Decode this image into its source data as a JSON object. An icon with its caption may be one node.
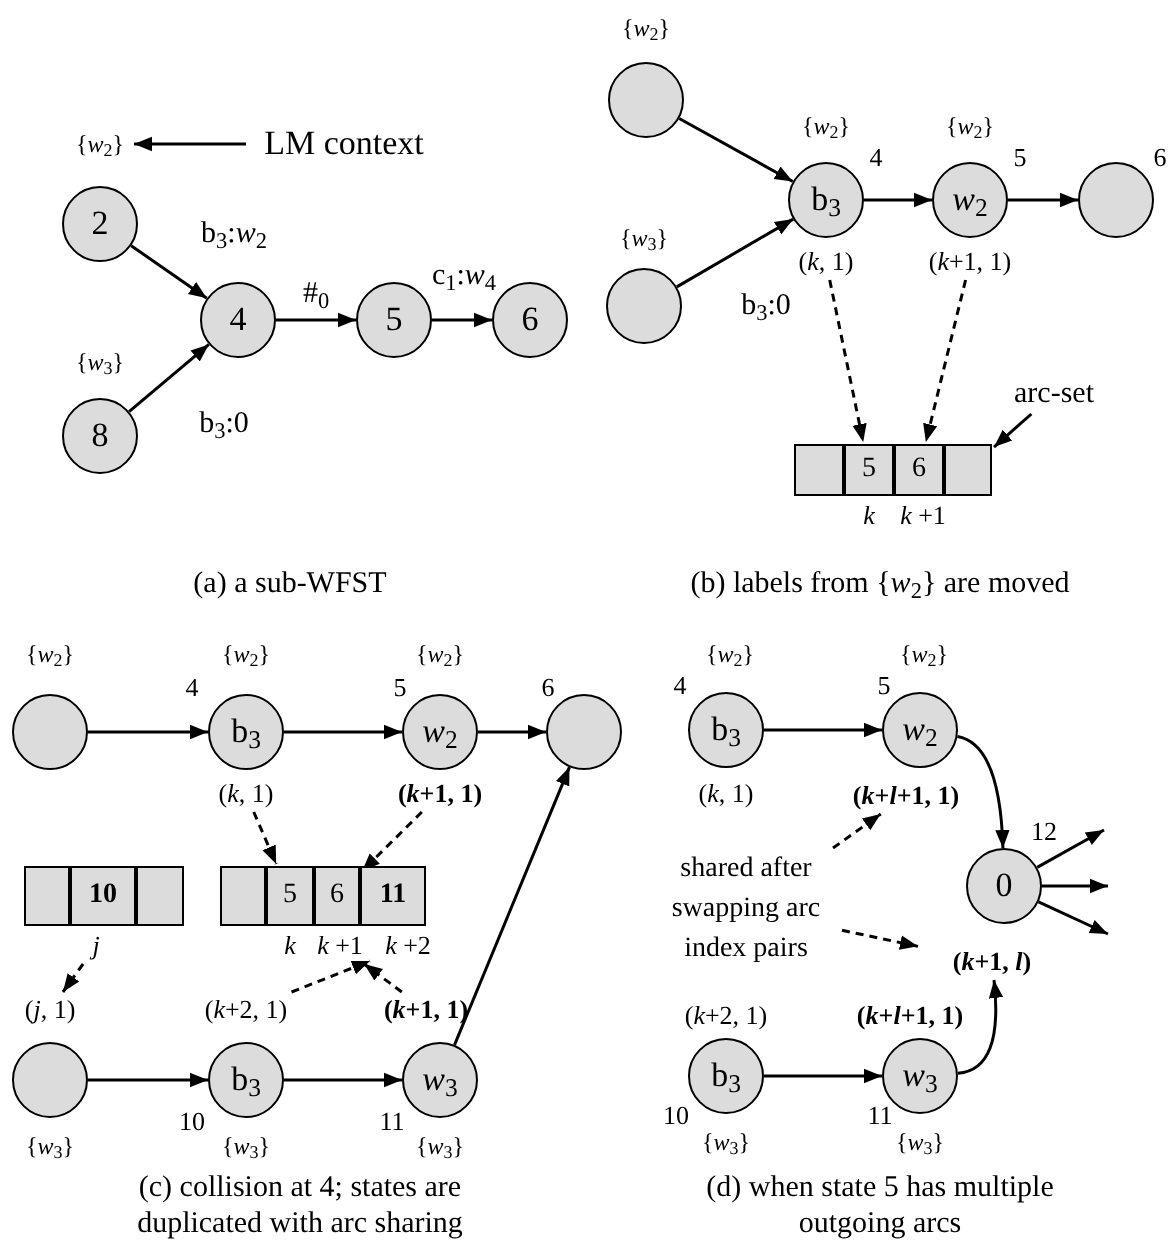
{
  "diagram": {
    "nodes": [
      {
        "text": [
          "{*w*$_{2}$}"
        ]
      },
      {
        "text": [
          "LM context"
        ]
      },
      {
        "text": [
          "2"
        ]
      },
      {
        "text": [
          "8"
        ],
        "beside": [
          "{*w*$_{3}$}"
        ]
      },
      {
        "text": [
          "4"
        ]
      },
      {
        "text": [
          "5"
        ]
      },
      {
        "text": [
          "6"
        ]
      },
      {
        "text": [],
        "shape": "circle",
        "beside": [
          "{*w*$_{2}$}"
        ]
      },
      {
        "text": [],
        "shape": "circle",
        "beside": [
          "{*w*$_{3}$}"
        ]
      },
      {
        "text": [
          "b$_{3}$"
        ],
        "beside": [
          "{*w*$_{2}$}",
          "4"
        ]
      },
      {
        "text": [
          "(*k*, 1)"
        ]
      },
      {
        "text": [
          "*w*$_{2}$"
        ],
        "beside": [
          "{*w*$_{2}$}",
          "5"
        ]
      },
      {
        "text": [
          "(*k*+1, 1)"
        ]
      },
      {
        "text": [],
        "shape": "circle",
        "beside": [
          "6"
        ]
      },
      {
        "text": [],
        "shape": "box"
      },
      {
        "text": [
          "5"
        ],
        "beside": [
          "*k*"
        ]
      },
      {
        "text": [
          "6"
        ],
        "beside": [
          "*k* +1"
        ]
      },
      {
        "text": [],
        "shape": "box"
      },
      {
        "text": [
          "arc-set"
        ]
      },
      {
        "text": [],
        "shape": "circle",
        "beside": [
          "{*w*$_{2}$}"
        ]
      },
      {
        "text": [
          "b$_{3}$"
        ],
        "beside": [
          "{*w*$_{2}$}",
          "4"
        ]
      },
      {
        "text": [
          "(*k*, 1)"
        ]
      },
      {
        "text": [
          "*w*$_{2}$"
        ],
        "beside": [
          "{*w*$_{2}$}",
          "5"
        ]
      },
      {
        "text": [
          "(*k*+1, 1)"
        ]
      },
      {
        "text": [],
        "shape": "circle",
        "beside": [
          "6"
        ]
      },
      {
        "text": [],
        "shape": "box"
      },
      {
        "text": [
          "10"
        ]
      },
      {
        "text": [],
        "shape": "box"
      },
      {
        "text": [
          "*j*"
        ]
      },
      {
        "text": [],
        "shape": "box"
      },
      {
        "text": [
          "5"
        ],
        "beside": [
          "*k*"
        ]
      },
      {
        "text": [
          "6"
        ]
      },
      {
        "text": [
          "11"
        ]
      },
      {
        "text": [
          "*k* +1"
        ]
      },
      {
        "text": [
          "*k* +2"
        ]
      },
      {
        "text": [
          "(*j*, 1)"
        ]
      },
      {
        "text": [
          "(*k*+2, 1)"
        ]
      },
      {
        "text": [
          "(*k*+1, 1)"
        ]
      },
      {
        "text": [],
        "shape": "circle",
        "beside": [
          "{*w*$_{3}$}"
        ]
      },
      {
        "text": [
          "b$_{3}$"
        ],
        "beside": [
          "10",
          "{*w*$_{3}$}"
        ]
      },
      {
        "text": [
          "*w*$_{3}$"
        ],
        "beside": [
          "11",
          "{*w*$_{3}$}"
        ]
      },
      {
        "text": [
          "b$_{3}$"
        ],
        "beside": [
          "{*w*$_{2}$}",
          "4",
          "(*k*, 1)"
        ]
      },
      {
        "text": [
          "*w*$_{2}$"
        ],
        "beside": [
          "{*w*$_{2}$}",
          "5"
        ]
      },
      {
        "text": [
          "(*k*+*l*+1, 1)"
        ]
      },
      {
        "text": [
          "0"
        ],
        "beside": [
          "12"
        ]
      },
      {
        "text": [
          "shared after swapping arc index pairs"
        ]
      },
      {
        "text": [
          "(*k*+1, *l*)"
        ]
      },
      {
        "text": [
          "b$_{3}$"
        ],
        "beside": [
          "(*k*+2, 1)",
          "10",
          "{*w*$_{3}$}"
        ]
      },
      {
        "text": [
          "*w*$_{3}$"
        ],
        "beside": [
          "(*k*+*l*+1, 1)",
          "11",
          "{*w*$_{3}$}"
        ]
      }
    ],
    "edges": [
      {
        "from": 1,
        "to": 0,
        "arrow": "to"
      },
      {
        "from": 2,
        "to": 4,
        "arrow": "to",
        "label": "b$_{3}$:*w*$_{2}$"
      },
      {
        "from": 3,
        "to": 4,
        "arrow": "to",
        "label": "b$_{3}$:0"
      },
      {
        "from": 4,
        "to": 5,
        "arrow": "to",
        "label": "#$_{0}$"
      },
      {
        "from": 5,
        "to": 6,
        "arrow": "to",
        "label": "c$_{1}$:*w*$_{4}$"
      },
      {
        "from": 7,
        "to": 9,
        "arrow": "to"
      },
      {
        "from": 8,
        "to": 9,
        "arrow": "to",
        "label": "b$_{3}$:0"
      },
      {
        "from": 9,
        "to": 11,
        "arrow": "to"
      },
      {
        "from": 11,
        "to": 13,
        "arrow": "to"
      },
      {
        "from": 10,
        "to": 15,
        "arrow": "to",
        "style": "dashed"
      },
      {
        "from": 12,
        "to": 16,
        "arrow": "to",
        "style": "dashed"
      },
      {
        "from": 18,
        "to": 17,
        "arrow": "to"
      },
      {
        "from": 19,
        "to": 20,
        "arrow": "to"
      },
      {
        "from": 20,
        "to": 22,
        "arrow": "to"
      },
      {
        "from": 22,
        "to": 24,
        "arrow": "to"
      },
      {
        "from": 21,
        "to": 30,
        "arrow": "to",
        "style": "dashed"
      },
      {
        "from": 23,
        "to": 31,
        "arrow": "to",
        "style": "dashed"
      },
      {
        "from": 28,
        "to": 35,
        "arrow": "to",
        "style": "dashed"
      },
      {
        "from": 36,
        "to": 34,
        "arrow": "to",
        "style": "dashed"
      },
      {
        "from": 37,
        "to": 33,
        "arrow": "to",
        "style": "dashed"
      },
      {
        "from": 38,
        "to": 39,
        "arrow": "to"
      },
      {
        "from": 39,
        "to": 40,
        "arrow": "to"
      },
      {
        "from": 40,
        "to": 24,
        "arrow": "to"
      },
      {
        "from": 41,
        "to": 42,
        "arrow": "to"
      },
      {
        "from": 42,
        "to": 44,
        "arrow": "to"
      },
      {
        "from": 45,
        "to": 43,
        "arrow": "to",
        "style": "dashed"
      },
      {
        "from": 45,
        "to": 46,
        "arrow": "to",
        "style": "dashed"
      },
      {
        "from": 47,
        "to": 48,
        "arrow": "to"
      },
      {
        "from": 48,
        "to": 46,
        "arrow": "to"
      },
      {
        "from": 44,
        "to": null,
        "arrow": "to"
      },
      {
        "from": 44,
        "to": null,
        "arrow": "to"
      },
      {
        "from": 44,
        "to": null,
        "arrow": "to"
      }
    ],
    "labels": [
      "(a) a sub-WFST",
      "(b) labels from {*w*$_{2}$} are moved",
      "(c) collision at 4; states are duplicated with arc sharing",
      "(d) when state 5 has multiple outgoing arcs"
    ]
  }
}
